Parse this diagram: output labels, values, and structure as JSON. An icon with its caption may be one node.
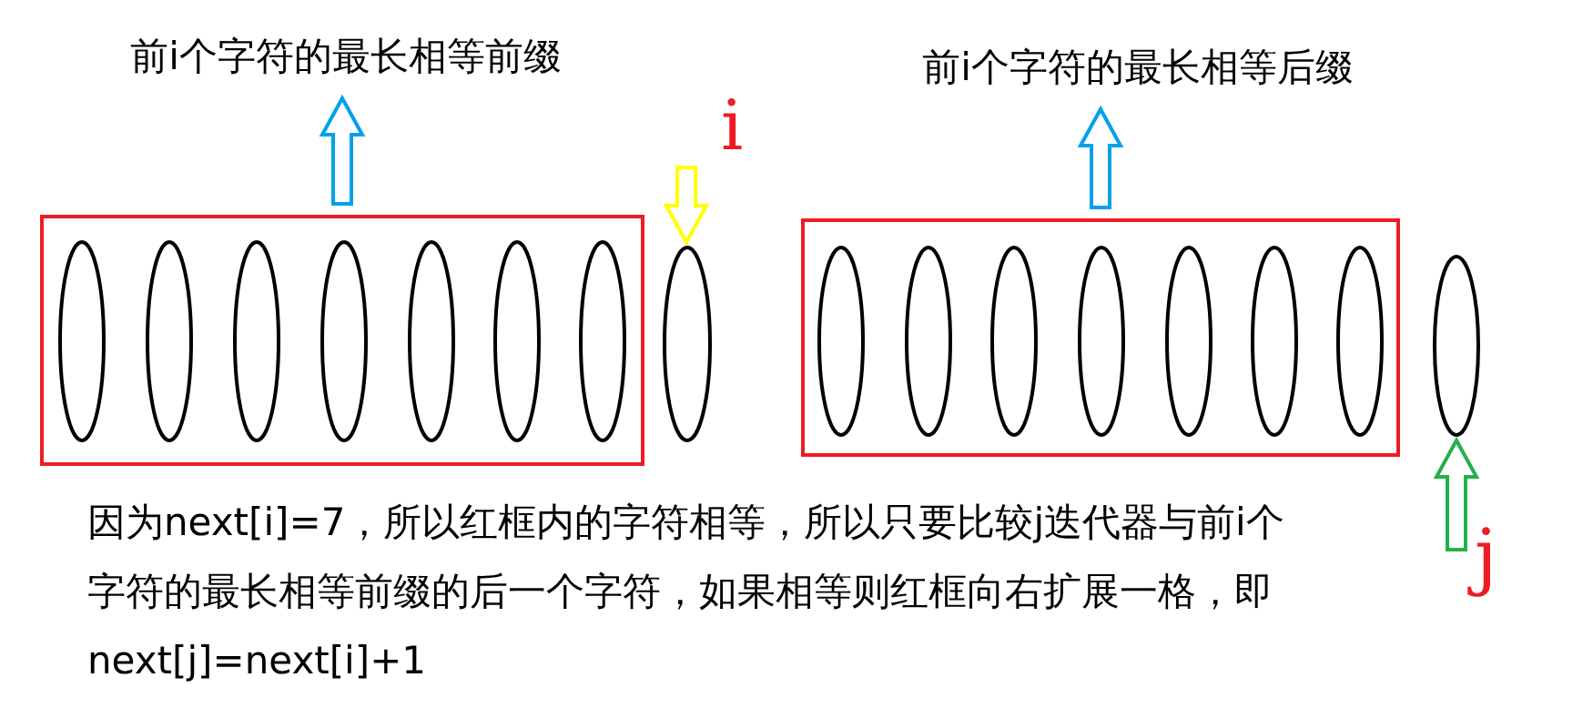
{
  "diagram": {
    "nodes": [
      {
        "text": [],
        "shape": "box"
      },
      {
        "text": [],
        "shape": "circle",
        "in": 0
      },
      {
        "text": [],
        "shape": "circle",
        "in": 0
      },
      {
        "text": [],
        "shape": "circle",
        "in": 0
      },
      {
        "text": [],
        "shape": "circle",
        "in": 0
      },
      {
        "text": [],
        "shape": "circle",
        "in": 0
      },
      {
        "text": [],
        "shape": "circle",
        "in": 0
      },
      {
        "text": [],
        "shape": "circle",
        "in": 0
      },
      {
        "text": [],
        "shape": "circle"
      },
      {
        "text": [],
        "shape": "box"
      },
      {
        "text": [],
        "shape": "circle",
        "in": 9
      },
      {
        "text": [],
        "shape": "circle",
        "in": 9
      },
      {
        "text": [],
        "shape": "circle",
        "in": 9
      },
      {
        "text": [],
        "shape": "circle",
        "in": 9
      },
      {
        "text": [],
        "shape": "circle",
        "in": 9
      },
      {
        "text": [],
        "shape": "circle",
        "in": 9
      },
      {
        "text": [],
        "shape": "circle",
        "in": 9
      },
      {
        "text": [],
        "shape": "circle"
      },
      {
        "text": [
          "前i个字符的最长相等前缀"
        ]
      },
      {
        "text": [
          "前i个字符的最长相等后缀"
        ]
      }
    ],
    "edges": [
      {
        "from": 0,
        "to": 18,
        "arrow": "to",
        "color": "#00a2e8"
      },
      {
        "from": 9,
        "to": 19,
        "arrow": "to",
        "color": "#00a2e8"
      },
      {
        "from": null,
        "to": 8,
        "arrow": "to",
        "color": "#ffff00"
      },
      {
        "from": null,
        "to": 17,
        "arrow": "to",
        "color": "#22b14c"
      }
    ],
    "labels": [
      "i",
      "因为next[i]=7，所以红框内的字符相等，所以只要比较j迭代器与前i个字符的最长相等前缀的后一个字符，如果相等则红框向右扩展一格，即next[j]=next[i]+1",
      "j"
    ]
  }
}
